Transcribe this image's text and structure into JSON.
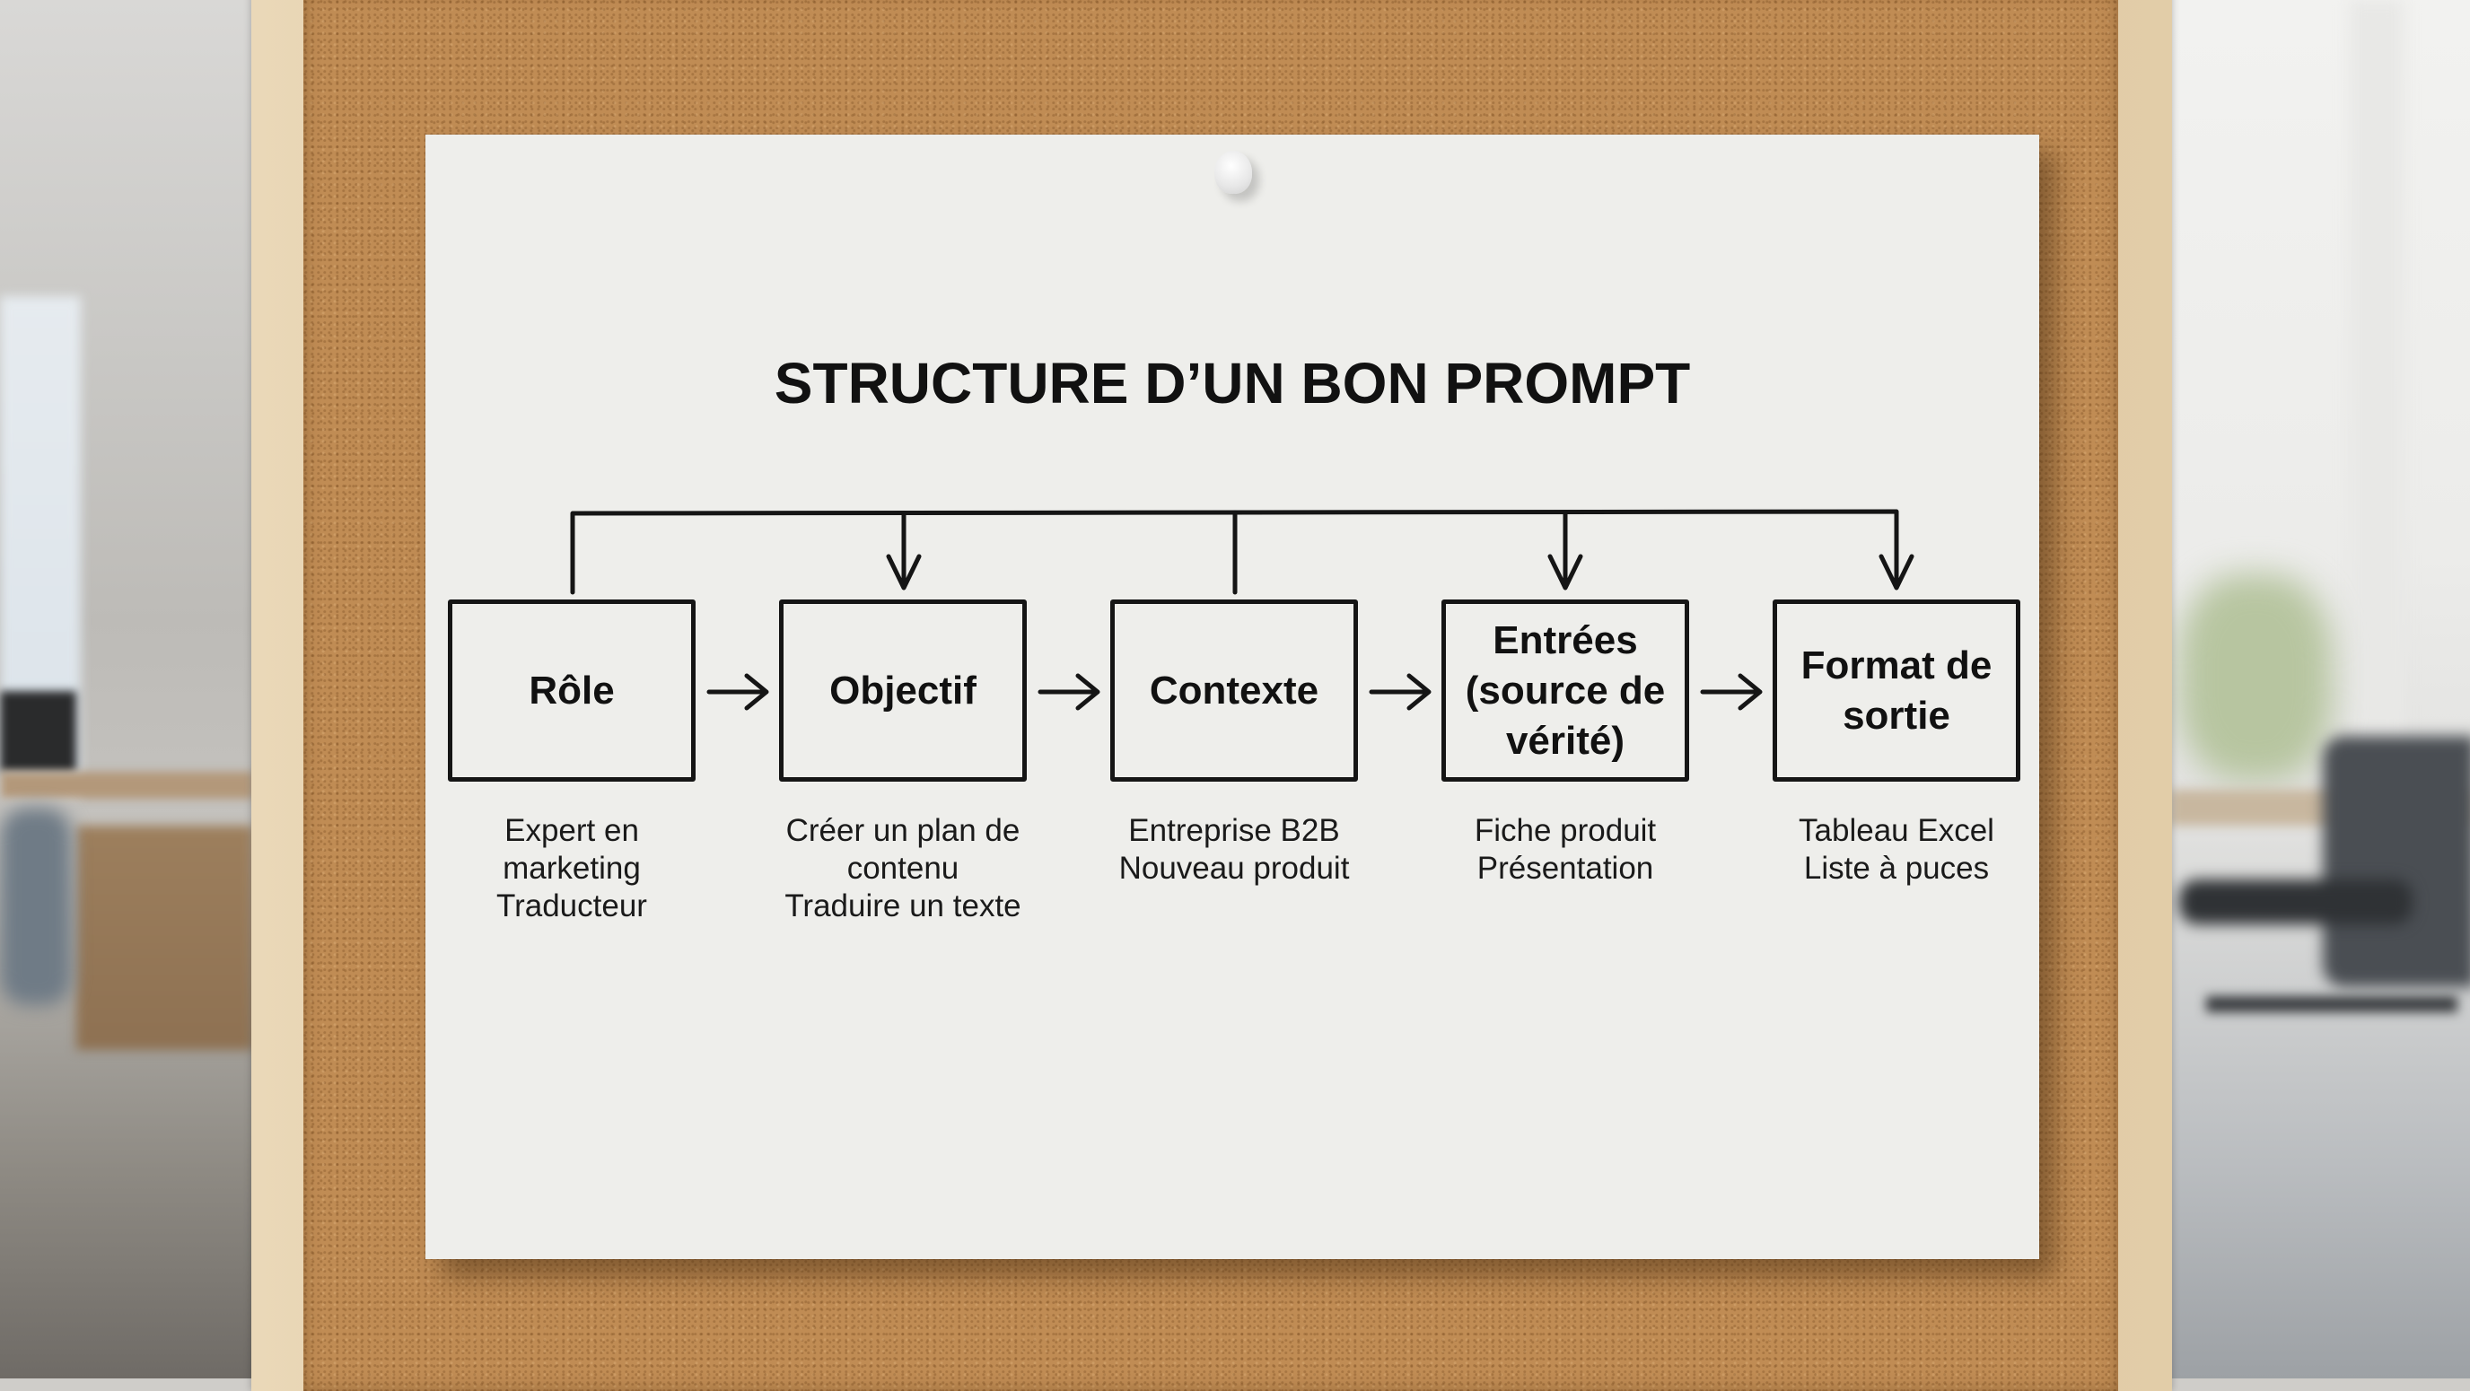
{
  "diagram": {
    "title": "STRUCTURE D’UN BON PROMPT",
    "steps": [
      {
        "label": "Rôle",
        "examples": [
          "Expert en marketing",
          "Traducteur"
        ],
        "caption": "Expert en\nmarketing\nTraducteur"
      },
      {
        "label": "Objectif",
        "examples": [
          "Créer un plan de contenu",
          "Traduire un texte"
        ],
        "caption": "Créer un plan de\ncontenu\nTraduire un texte"
      },
      {
        "label": "Contexte",
        "examples": [
          "Entreprise B2B",
          "Nouveau produit"
        ],
        "caption": "Entreprise B2B\nNouveau produit"
      },
      {
        "label": "Entrées (source de vérité)",
        "examples": [
          "Fiche produit",
          "Présentation"
        ],
        "caption": "Fiche produit\nPrésentation"
      },
      {
        "label": "Format de sortie",
        "examples": [
          "Tableau Excel",
          "Liste à puces"
        ],
        "caption": "Tableau Excel\nListe à puces"
      }
    ],
    "flow": [
      "Rôle → Objectif",
      "Objectif → Contexte",
      "Contexte → Entrées (source de vérité)",
      "Entrées (source de vérité) → Format de sortie"
    ],
    "top_connector": {
      "sources": [
        "Rôle",
        "Contexte"
      ],
      "targets": [
        "Objectif",
        "Entrées (source de vérité)",
        "Format de sortie"
      ]
    }
  },
  "scene": {
    "paper_color": "#eeeeeb",
    "cork_color": "#c08c54",
    "frame_color": "#dcc59e",
    "ink_color": "#151515"
  }
}
